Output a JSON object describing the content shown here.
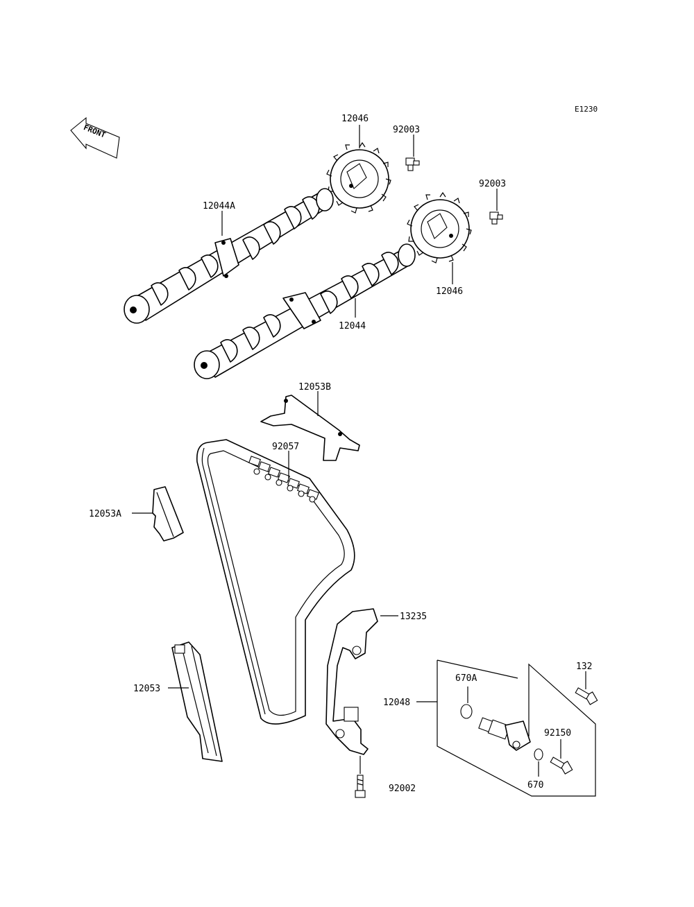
{
  "diagram_code": "E1230",
  "front_label": "FRONT",
  "parts": {
    "sprocket_upper": "12046",
    "sprocket_lower": "12046",
    "bolt_upper": "92003",
    "bolt_lower": "92003",
    "camshaft_intake": "12044A",
    "camshaft_exhaust": "12044",
    "guide_upper": "12053B",
    "chain": "92057",
    "guide_front": "12053A",
    "guide_rear": "12053",
    "tensioner_guide": "13235",
    "tensioner_assy": "12048",
    "bolt_132": "132",
    "oring_670a": "670A",
    "bolt_92150": "92150",
    "oring_670": "670",
    "bolt_92002": "92002"
  }
}
